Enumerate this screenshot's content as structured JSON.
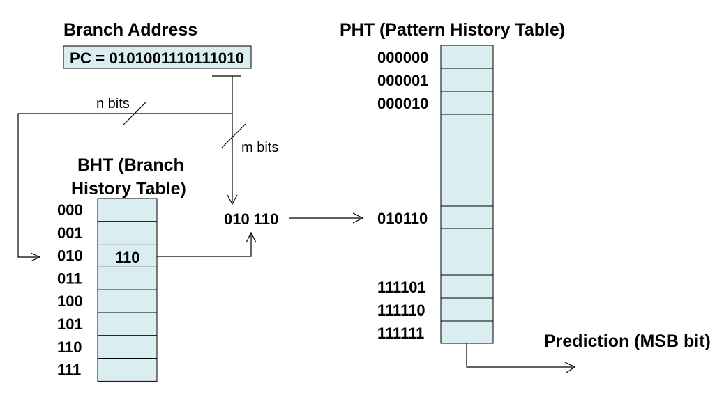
{
  "branch_address": {
    "title": "Branch Address",
    "pc": "PC = 0101001110111010"
  },
  "pht": {
    "title": "PHT (Pattern History Table)",
    "rows": [
      "000000",
      "000001",
      "000010",
      "010110",
      "111101",
      "111110",
      "111111"
    ]
  },
  "bht": {
    "title_line1": "BHT (Branch",
    "title_line2": "History Table)",
    "rows": [
      "000",
      "001",
      "010",
      "011",
      "100",
      "101",
      "110",
      "111"
    ],
    "selected_value": "110"
  },
  "wires": {
    "n_bits": "n bits",
    "m_bits": "m bits",
    "index": "010 110",
    "prediction": "Prediction (MSB bit)"
  },
  "colors": {
    "cell_fill": "#daedf0",
    "line": "#000000"
  }
}
